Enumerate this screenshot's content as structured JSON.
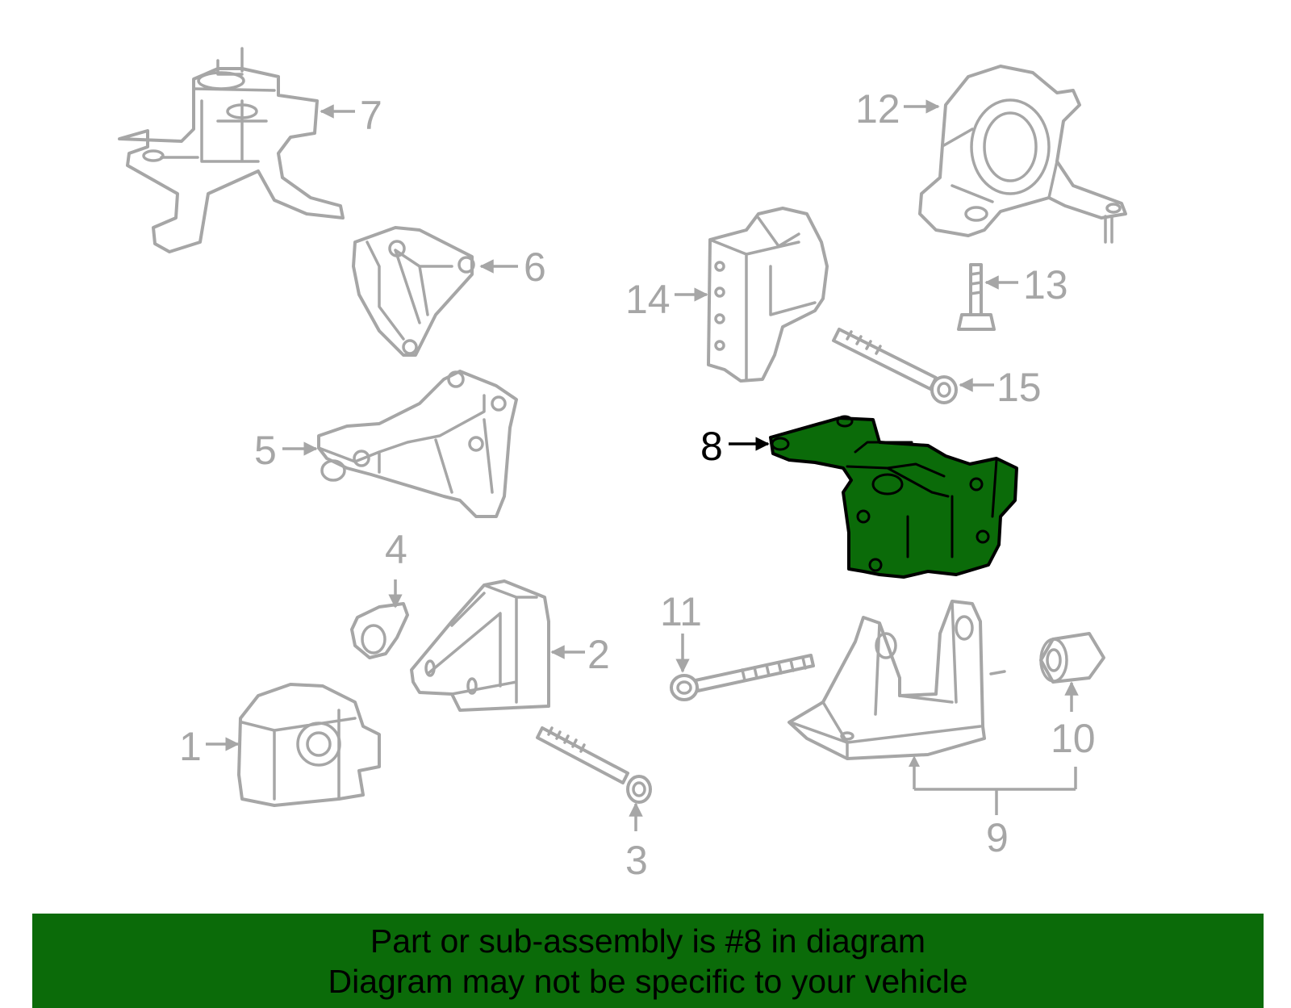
{
  "callouts": {
    "c1": "1",
    "c2": "2",
    "c3": "3",
    "c4": "4",
    "c5": "5",
    "c6": "6",
    "c7": "7",
    "c8": "8",
    "c9": "9",
    "c10": "10",
    "c11": "11",
    "c12": "12",
    "c13": "13",
    "c14": "14",
    "c15": "15"
  },
  "highlighted_part": "8",
  "colors": {
    "highlight": "#0b6b09",
    "part_outline": "#a6a6a6",
    "banner": "#0b6b09"
  },
  "banner": {
    "line1": "Part or sub-assembly is #8 in diagram",
    "line2": "Diagram may not be specific to your vehicle"
  }
}
